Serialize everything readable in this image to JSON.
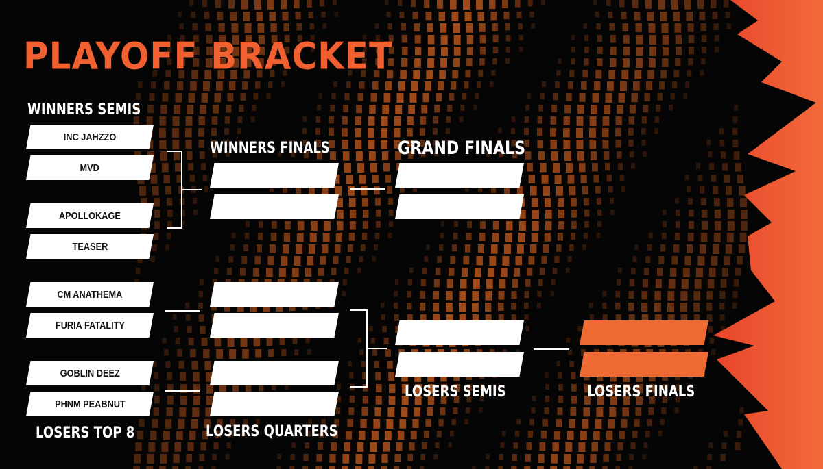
{
  "title": "PLAYOFF BRACKET",
  "labels": {
    "winners_semis": "WINNERS SEMIS",
    "winners_finals": "WINNERS FINALS",
    "grand_finals": "GRAND FINALS",
    "losers_top8": "LOSERS TOP 8",
    "losers_quarters": "LOSERS QUARTERS",
    "losers_semis": "LOSERS SEMIS",
    "losers_finals": "LOSERS FINALS"
  },
  "winners_semis": [
    "INC JAHZZO",
    "MVD",
    "APOLLOKAGE",
    "TEASER"
  ],
  "losers_top8": [
    "CM ANATHEMA",
    "FURIA FATALITY",
    "GOBLIN DEEZ",
    "PHNM PEABNUT"
  ],
  "winners_finals": [
    "",
    ""
  ],
  "grand_finals": [
    "",
    ""
  ],
  "losers_quarters": [
    "",
    "",
    "",
    ""
  ],
  "losers_semis": [
    "",
    ""
  ],
  "losers_finals": [
    "",
    ""
  ],
  "colors": {
    "accent": "#f06030",
    "background": "#050505",
    "slot": "#ffffff",
    "slot_highlight": "#ef6a33"
  }
}
